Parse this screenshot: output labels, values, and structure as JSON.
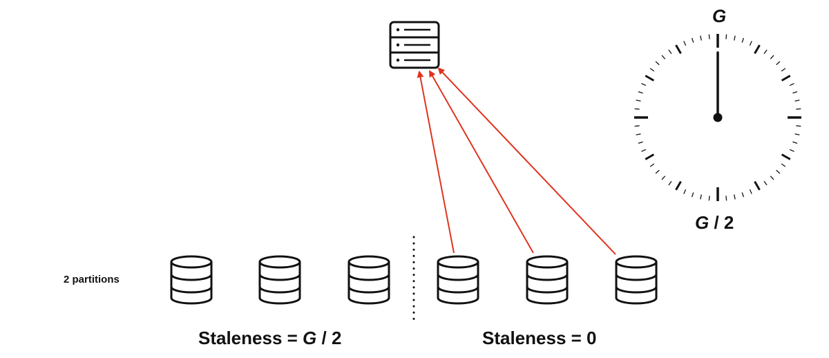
{
  "labels": {
    "partitions": "2 partitions",
    "staleness_left_prefix": "Staleness = ",
    "staleness_left_value": "G",
    "staleness_left_suffix": " / 2",
    "staleness_right": "Staleness = 0"
  },
  "clock": {
    "top_label": "G",
    "bottom_label_var": "G",
    "bottom_label_suffix": " / 2",
    "hand_position": "G"
  },
  "icons": {
    "server": "server-icon",
    "database": "database-icon",
    "clock": "clock-icon"
  },
  "groups": [
    {
      "name": "stale-partition",
      "databases": 3
    },
    {
      "name": "fresh-partition",
      "databases": 3
    }
  ],
  "colors": {
    "arrow": "#e0321e",
    "ink": "#111111"
  }
}
